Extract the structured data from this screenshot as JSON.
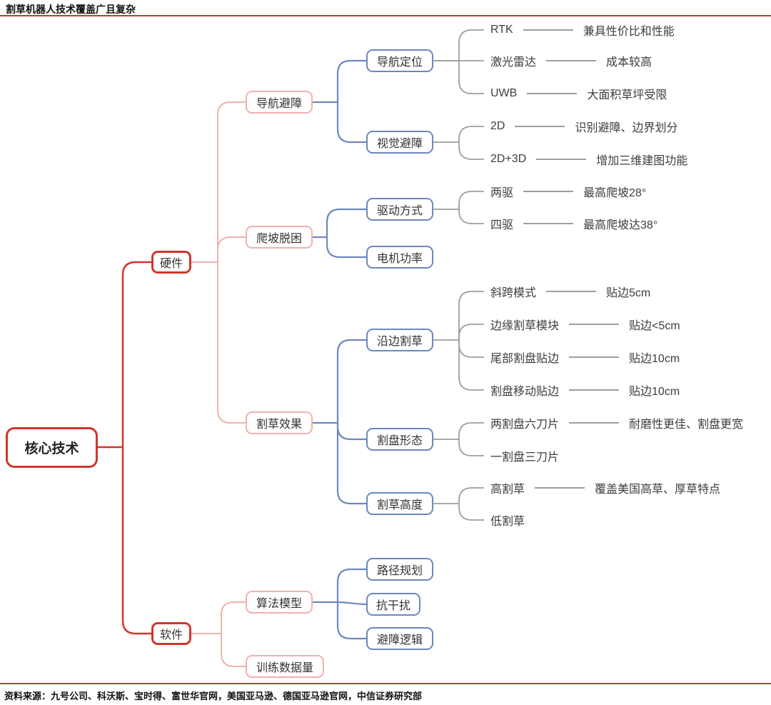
{
  "title": "割草机器人技术覆盖广且复杂",
  "footer": "资料来源：九号公司、科沃斯、宝时得、富世华官网，美国亚马逊、德国亚马逊官网，中信证券研究部",
  "colors": {
    "accent_red": "#d0362b",
    "branch_pink": "#f0b2ae",
    "branch_blue": "#6d87c0",
    "line_gray": "#9e9e9e"
  },
  "tree": {
    "root": "核心技术",
    "hardware": {
      "label": "硬件",
      "nav": {
        "label": "导航避障",
        "pos": {
          "label": "导航定位",
          "rows": [
            {
              "label": "RTK",
              "note": "兼具性价比和性能"
            },
            {
              "label": "激光雷达",
              "note": "成本较高"
            },
            {
              "label": "UWB",
              "note": "大面积草坪受限"
            }
          ]
        },
        "vis": {
          "label": "视觉避障",
          "rows": [
            {
              "label": "2D",
              "note": "识别避障、边界划分"
            },
            {
              "label": "2D+3D",
              "note": "增加三维建图功能"
            }
          ]
        }
      },
      "climb": {
        "label": "爬坡脱困",
        "drive": {
          "label": "驱动方式",
          "rows": [
            {
              "label": "两驱",
              "note": "最高爬坡28°"
            },
            {
              "label": "四驱",
              "note": "最高爬坡达38°"
            }
          ]
        },
        "motor": {
          "label": "电机功率"
        }
      },
      "mow": {
        "label": "割草效果",
        "edge": {
          "label": "沿边割草",
          "rows": [
            {
              "label": "斜跨模式",
              "note": "贴边5cm"
            },
            {
              "label": "边缘割草模块",
              "note": "贴边<5cm"
            },
            {
              "label": "尾部割盘贴边",
              "note": "贴边10cm"
            },
            {
              "label": "割盘移动贴边",
              "note": "贴边10cm"
            }
          ]
        },
        "disc": {
          "label": "割盘形态",
          "rows": [
            {
              "label": "两割盘六刀片",
              "note": "耐磨性更佳、割盘更宽"
            },
            {
              "label": "一割盘三刀片"
            }
          ]
        },
        "hgt": {
          "label": "割草高度",
          "rows": [
            {
              "label": "高割草",
              "note": "覆盖美国高草、厚草特点"
            },
            {
              "label": "低割草"
            }
          ]
        }
      }
    },
    "software": {
      "label": "软件",
      "algo": {
        "label": "算法模型",
        "pp": {
          "label": "路径规划"
        },
        "anti": {
          "label": "抗干扰"
        },
        "avoid": {
          "label": "避障逻辑"
        }
      },
      "train": {
        "label": "训练数据量"
      }
    }
  }
}
